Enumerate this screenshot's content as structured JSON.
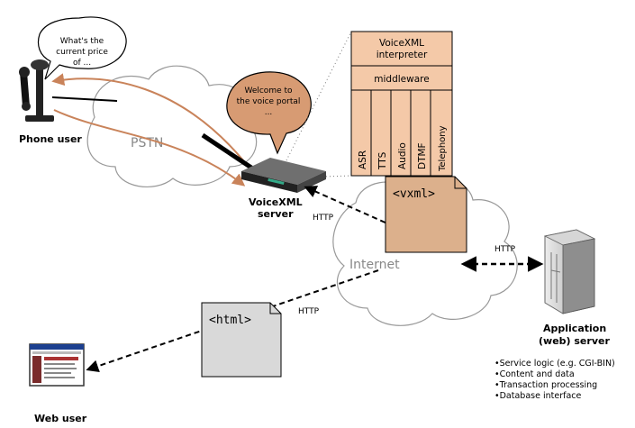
{
  "labels": {
    "phone_user": "Phone user",
    "pstn": "PSTN",
    "internet": "Internet",
    "voicexml_server_line1": "VoiceXML",
    "voicexml_server_line2": "server",
    "app_server_line1": "Application",
    "app_server_line2": "(web) server",
    "web_user": "Web user"
  },
  "speech_bubble_user": {
    "line1": "What's the",
    "line2": "current price",
    "line3": "of ..."
  },
  "speech_bubble_portal": {
    "line1": "Welcome to",
    "line2": "the voice portal",
    "line3": "..."
  },
  "stack": {
    "interpreter_line1": "VoiceXML",
    "interpreter_line2": "interpreter",
    "middleware": "middleware",
    "components": [
      "ASR",
      "TTS",
      "Audio",
      "DTMF",
      "Telephony"
    ]
  },
  "documents": {
    "vxml": "<vxml>",
    "html": "<html>"
  },
  "links": {
    "http_voicexml": "HTTP",
    "http_app": "HTTP",
    "http_web": "HTTP"
  },
  "app_server_features": [
    "Service logic (e.g. CGI-BIN)",
    "Content and data",
    "Transaction processing",
    "Database interface"
  ],
  "colors": {
    "peach": "#f4c9a8",
    "tan": "#dcb08c",
    "orange_line": "#c9835a",
    "doc_gray": "#d9d9d9"
  }
}
